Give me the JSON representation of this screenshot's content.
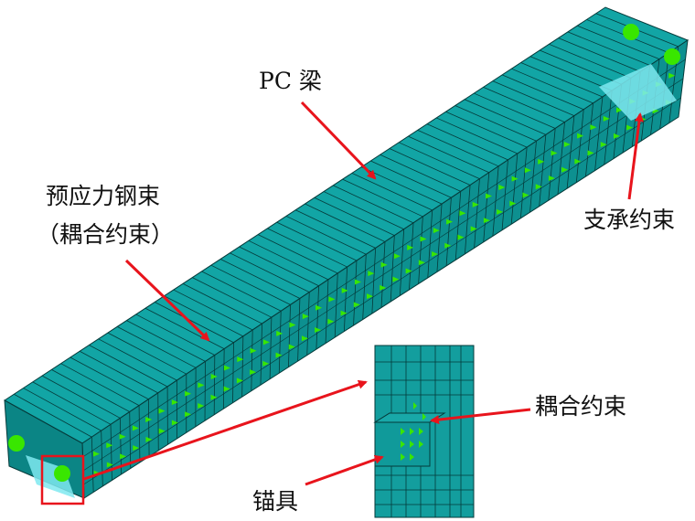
{
  "labels": {
    "pc_beam": "PC 梁",
    "tendon": "预应力钢束",
    "tendon_coupling": "（耦合约束）",
    "support": "支承约束",
    "coupling": "耦合约束",
    "anchor": "锚具"
  },
  "colors": {
    "mesh_face": "#0f9e9e",
    "mesh_line": "#053a3a",
    "tendon_marker": "#39e600",
    "support_marker": "#7fe9f0",
    "arrow": "#e8141c",
    "highlight_box": "#e8141c"
  }
}
